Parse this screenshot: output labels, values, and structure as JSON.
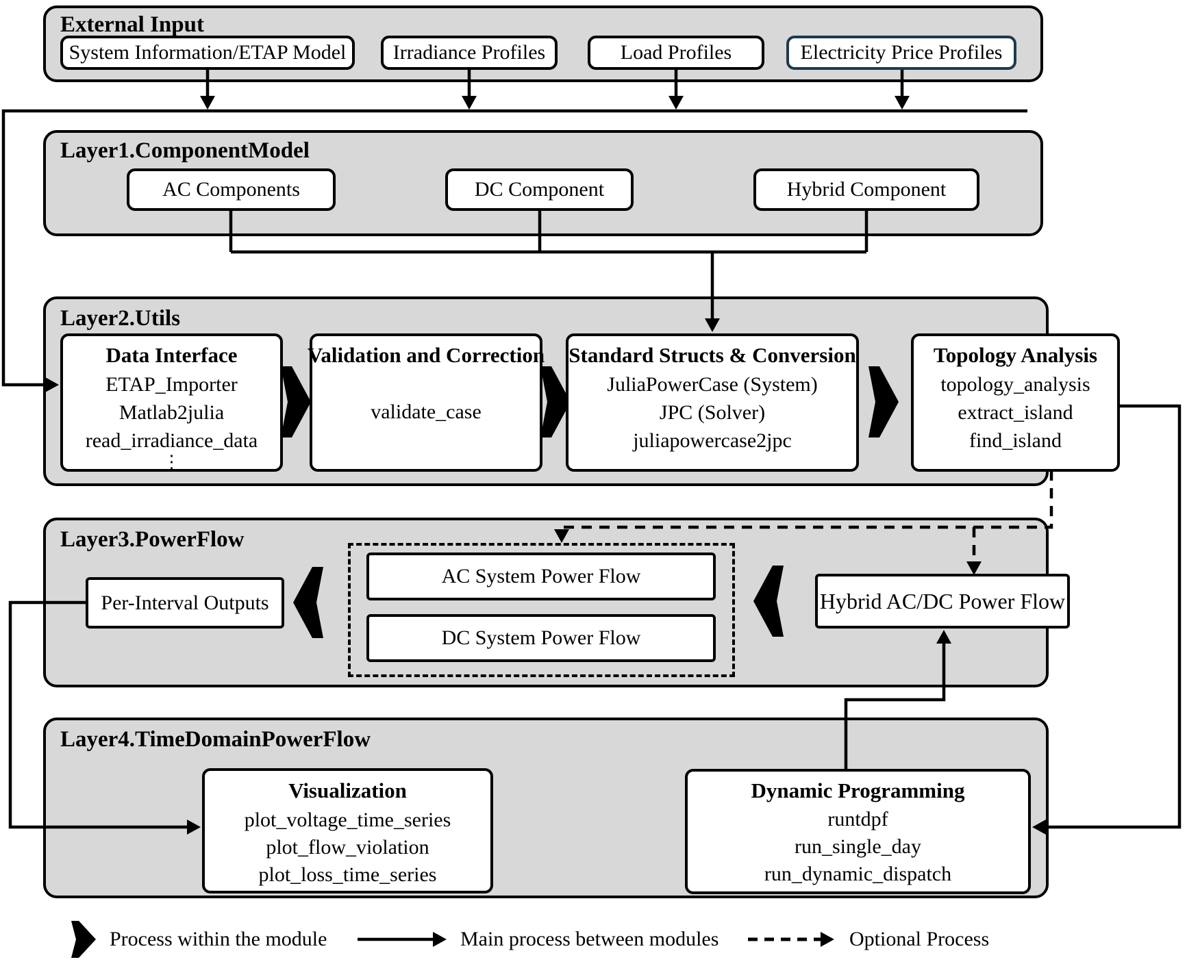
{
  "colors": {
    "container_fill": "#d8d8d8",
    "box_fill": "#ffffff",
    "line": "#000000",
    "price_box_border": "#1b3a50"
  },
  "external_input": {
    "title": "External Input",
    "boxes": [
      "System Information/ETAP Model",
      "Irradiance Profiles",
      "Load Profiles",
      "Electricity Price Profiles"
    ]
  },
  "layer1": {
    "title": "Layer1.ComponentModel",
    "boxes": [
      "AC Components",
      "DC Component",
      "Hybrid Component"
    ]
  },
  "layer2": {
    "title": "Layer2.Utils",
    "boxes": [
      {
        "title": "Data Interface",
        "lines": [
          "ETAP_Importer",
          "Matlab2julia",
          "read_irradiance_data",
          "⋮"
        ]
      },
      {
        "title": "Validation and Correction",
        "lines": [
          "validate_case"
        ]
      },
      {
        "title": "Standard Structs & Conversion",
        "lines": [
          "JuliaPowerCase (System)",
          "JPC (Solver)",
          "juliapowercase2jpc"
        ]
      },
      {
        "title": "Topology Analysis",
        "lines": [
          "topology_analysis",
          "extract_island",
          "find_island"
        ]
      }
    ]
  },
  "layer3": {
    "title": "Layer3.PowerFlow",
    "per_interval": "Per-Interval Outputs",
    "ac_pf": "AC System Power Flow",
    "dc_pf": "DC System Power Flow",
    "hybrid_pf": "Hybrid AC/DC Power Flow"
  },
  "layer4": {
    "title": "Layer4.TimeDomainPowerFlow",
    "visualization": {
      "title": "Visualization",
      "lines": [
        "plot_voltage_time_series",
        "plot_flow_violation",
        "plot_loss_time_series"
      ]
    },
    "dynamic": {
      "title": "Dynamic Programming",
      "lines": [
        "runtdpf",
        "run_single_day",
        "run_dynamic_dispatch"
      ]
    }
  },
  "legend": {
    "process_within": "Process within the module",
    "main_process": "Main process between modules",
    "optional": "Optional Process"
  }
}
